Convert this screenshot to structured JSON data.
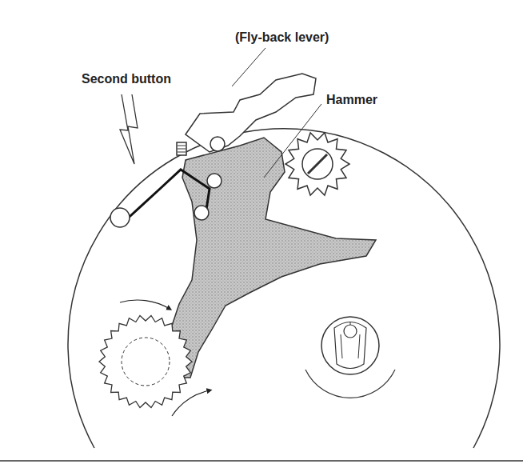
{
  "diagram": {
    "labels": [
      "(Fly-back lever)",
      "Second button",
      "Hammer"
    ]
  }
}
